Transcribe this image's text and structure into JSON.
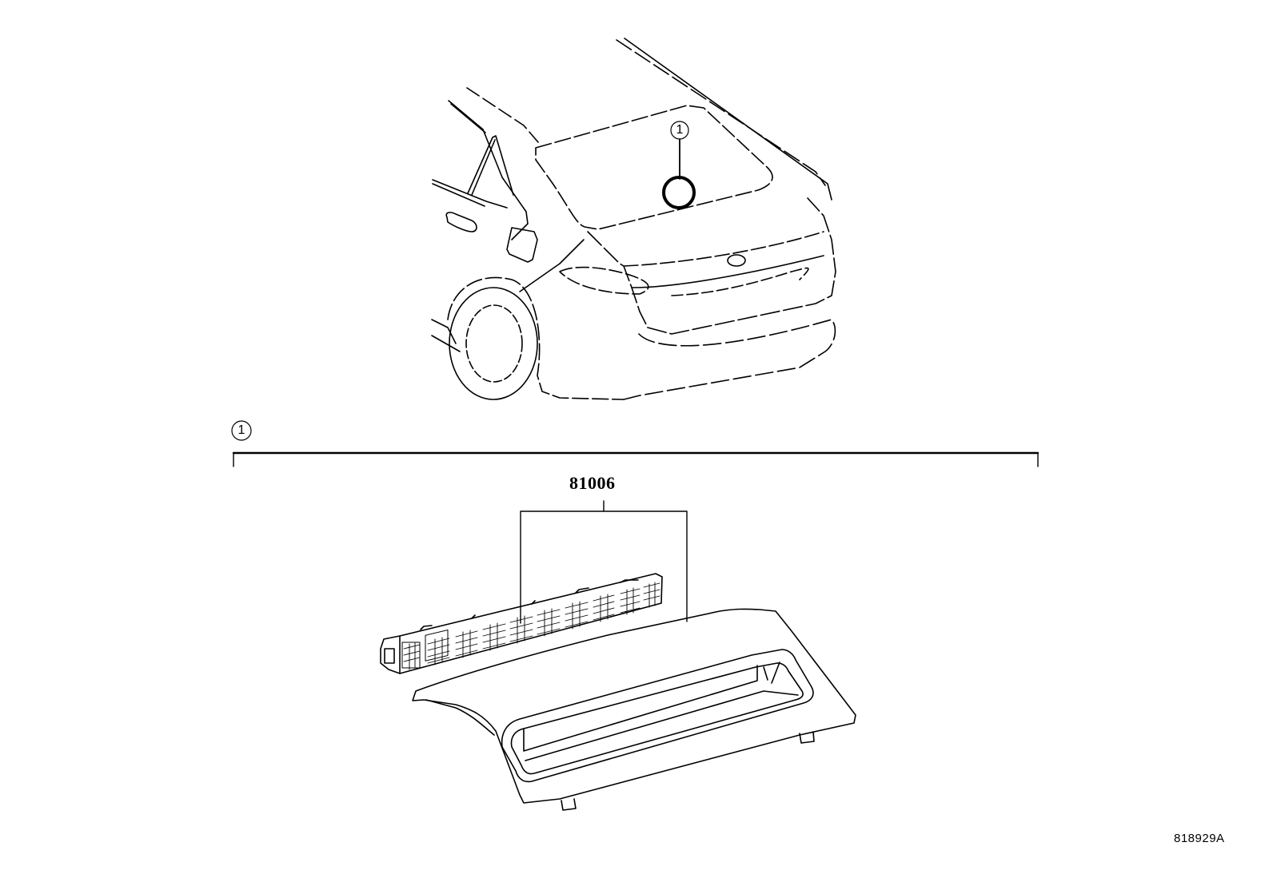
{
  "diagram": {
    "type": "parts-catalog-exploded-view",
    "subject": "rear vehicle overview with high-mount stop lamp location",
    "callouts": [
      {
        "id": "callout-1-vehicle",
        "label": "1"
      },
      {
        "id": "callout-1-section",
        "label": "1"
      }
    ],
    "parts": [
      {
        "part_number": "81006"
      }
    ],
    "diagram_id": "818929A",
    "colors": {
      "line": "#000000",
      "background": "#ffffff"
    }
  }
}
